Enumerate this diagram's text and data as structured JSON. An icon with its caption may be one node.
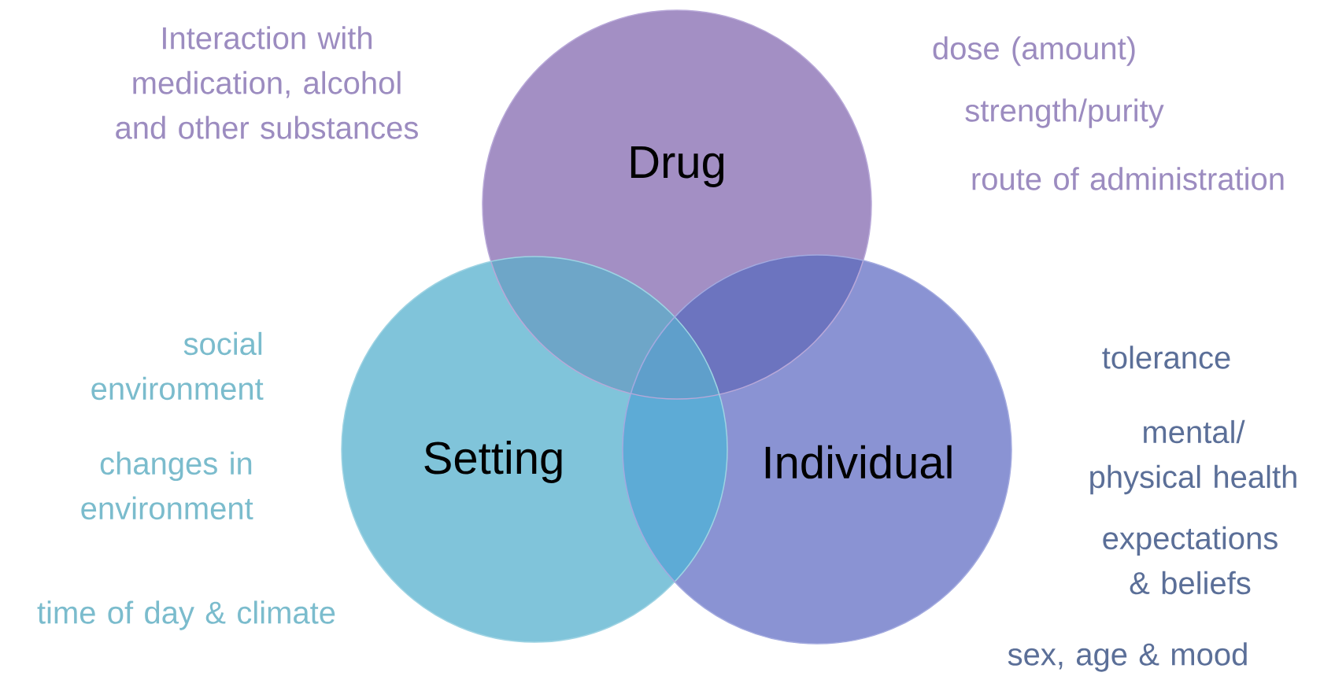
{
  "diagram": {
    "nodes": [
      {
        "text": [
          "Drug"
        ],
        "beside": [
          "Interaction with medication, alcohol and other substances",
          "dose (amount)",
          "strength/purity",
          "route of administration"
        ]
      },
      {
        "text": [
          "Setting"
        ],
        "beside": [
          "social environment",
          "changes in environment",
          "time of day & climate"
        ]
      },
      {
        "text": [
          "Individual"
        ],
        "beside": [
          "tolerance",
          "mental/ physical health",
          "expectations & beliefs",
          "sex, age & mood"
        ]
      }
    ]
  }
}
